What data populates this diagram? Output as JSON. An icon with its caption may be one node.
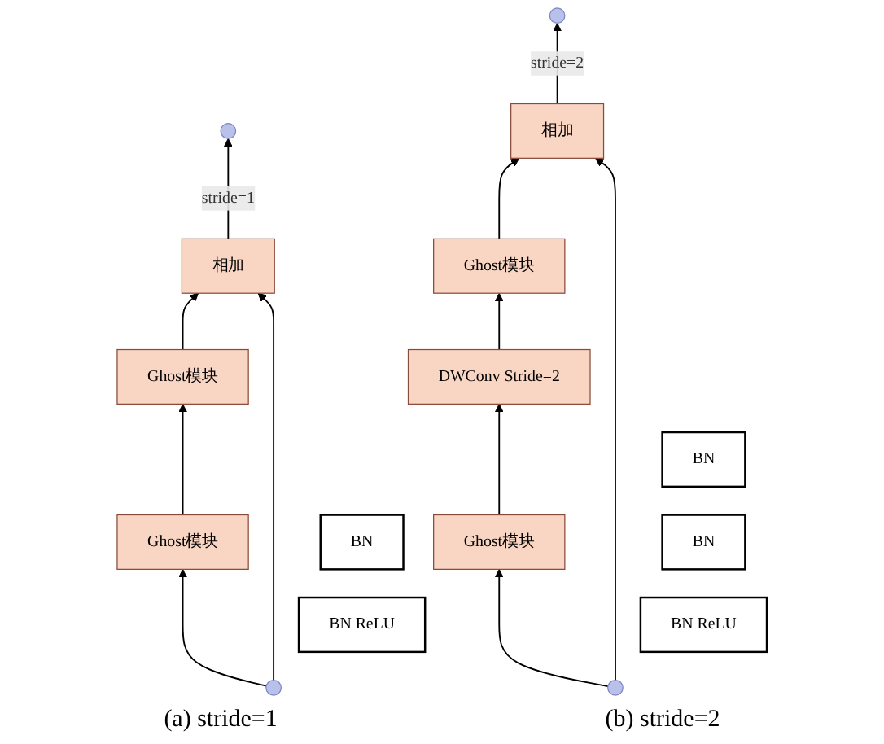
{
  "diagram": {
    "nodes": [
      {
        "text": [],
        "shape": "circle"
      },
      {
        "text": [
          "相加"
        ]
      },
      {
        "text": [
          "BN"
        ]
      },
      {
        "text": [
          "Ghost模块"
        ]
      },
      {
        "text": [
          "BN ReLU"
        ]
      },
      {
        "text": [
          "Ghost模块"
        ]
      },
      {
        "text": [],
        "shape": "circle"
      },
      {
        "text": [],
        "shape": "circle"
      },
      {
        "text": [
          "相加"
        ]
      },
      {
        "text": [
          "BN"
        ]
      },
      {
        "text": [
          "Ghost模块"
        ]
      },
      {
        "text": [
          "BN"
        ]
      },
      {
        "text": [
          "DWConv Stride=2"
        ]
      },
      {
        "text": [
          "BN ReLU"
        ]
      },
      {
        "text": [
          "Ghost模块"
        ]
      },
      {
        "text": [],
        "shape": "circle"
      }
    ],
    "edges": [
      {
        "from": 6,
        "to": 5,
        "arrow": "to"
      },
      {
        "from": 5,
        "to": 3,
        "arrow": "to"
      },
      {
        "from": 3,
        "to": 1,
        "arrow": "to"
      },
      {
        "from": 1,
        "to": 0,
        "arrow": "to",
        "label": "stride=1"
      },
      {
        "from": 6,
        "to": 1,
        "arrow": "to"
      },
      {
        "from": 15,
        "to": 14,
        "arrow": "to"
      },
      {
        "from": 14,
        "to": 12,
        "arrow": "to"
      },
      {
        "from": 12,
        "to": 10,
        "arrow": "to"
      },
      {
        "from": 10,
        "to": 8,
        "arrow": "to"
      },
      {
        "from": 8,
        "to": 7,
        "arrow": "to",
        "label": "stride=2"
      },
      {
        "from": 15,
        "to": 8,
        "arrow": "to"
      }
    ],
    "labels": [
      "(a) stride=1",
      "(b) stride=2"
    ]
  }
}
